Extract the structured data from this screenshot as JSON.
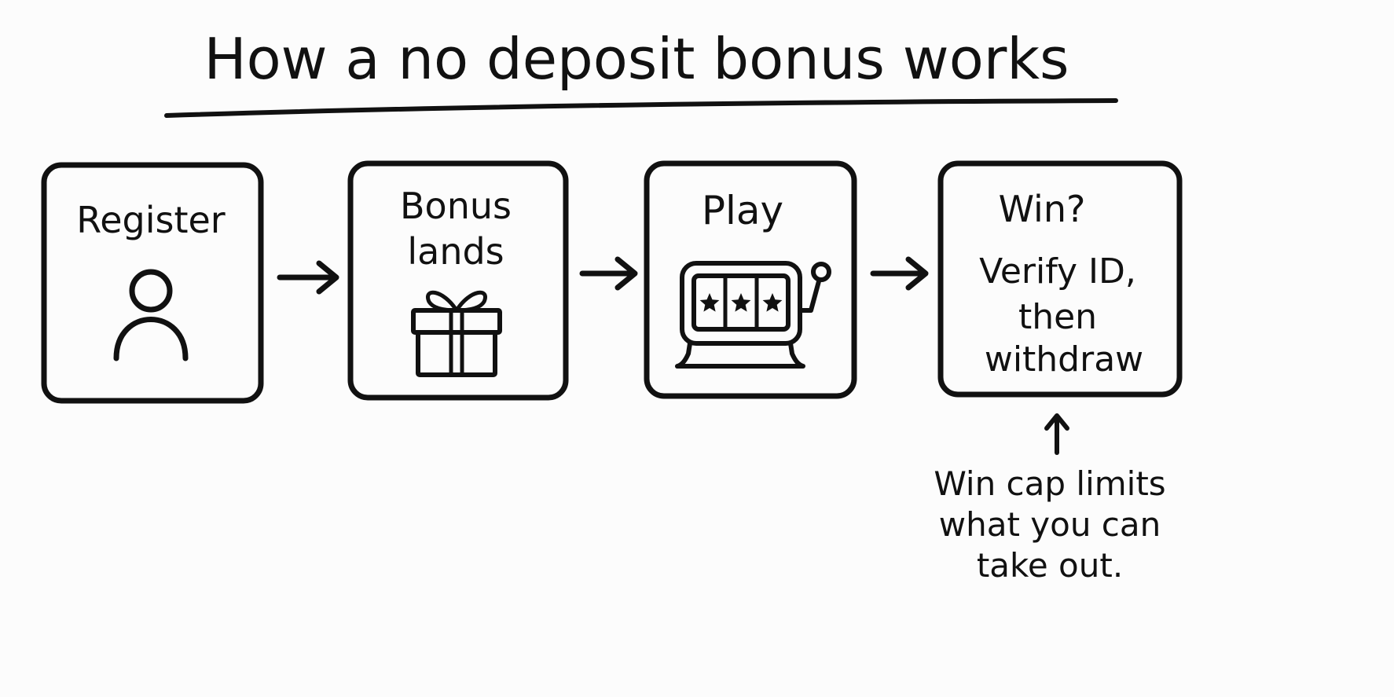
{
  "title": "How a no deposit bonus works",
  "colors": {
    "ink": "#111111",
    "background": "#fcfcfc"
  },
  "steps": [
    {
      "lines": [
        "Register"
      ],
      "icon": "user-icon"
    },
    {
      "lines": [
        "Bonus",
        "lands"
      ],
      "icon": "gift-icon"
    },
    {
      "lines": [
        "Play"
      ],
      "icon": "slot-machine-icon"
    },
    {
      "lines": [
        "Win?",
        "Verify ID,",
        "then",
        "withdraw"
      ],
      "icon": ""
    }
  ],
  "note": {
    "lines": [
      "Win cap limits",
      "what you can",
      "take out."
    ]
  }
}
